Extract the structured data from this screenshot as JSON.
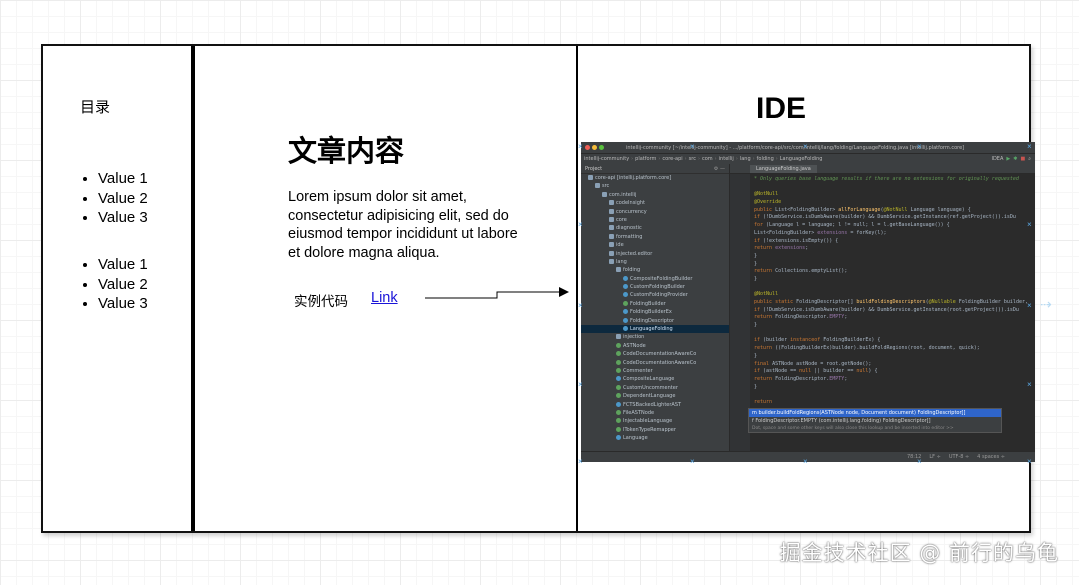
{
  "sidebar": {
    "title": "目录",
    "list1": [
      "Value 1",
      "Value 2",
      "Value 3"
    ],
    "list2": [
      "Value 1",
      "Value 2",
      "Value 3"
    ]
  },
  "content": {
    "title": "文章内容",
    "paragraph": "Lorem ipsum dolor sit amet, consectetur adipisicing elit, sed do eiusmod tempor incididunt ut labore et dolore magna aliqua.",
    "sample_label": "实例代码",
    "link_label": "Link"
  },
  "ide_panel": {
    "title": "IDE",
    "screenshot": {
      "window_title": "intellij-community [~/intellij-community] - .../platform/core-api/src/com/intellij/lang/folding/LanguageFolding.java [intellij.platform.core]",
      "breadcrumbs": [
        "intellij-community",
        "platform",
        "core-api",
        "src",
        "com",
        "intellij",
        "lang",
        "folding",
        "LanguageFolding"
      ],
      "run_config": "IDEA",
      "project_header": "Project",
      "editor_tab": "LanguageFolding.java",
      "tree": [
        {
          "label": "core-api [intellij.platform.core]",
          "icon": "folder-icon",
          "indent": 1
        },
        {
          "label": "src",
          "icon": "folder-icon",
          "indent": 2
        },
        {
          "label": "com.intellij",
          "icon": "folder-icon",
          "indent": 3
        },
        {
          "label": "codeInsight",
          "icon": "folder-icon",
          "indent": 4
        },
        {
          "label": "concurrency",
          "icon": "folder-icon",
          "indent": 4
        },
        {
          "label": "core",
          "icon": "folder-icon",
          "indent": 4
        },
        {
          "label": "diagnostic",
          "icon": "folder-icon",
          "indent": 4
        },
        {
          "label": "formatting",
          "icon": "folder-icon",
          "indent": 4
        },
        {
          "label": "ide",
          "icon": "folder-icon",
          "indent": 4
        },
        {
          "label": "injected.editor",
          "icon": "folder-icon",
          "indent": 4
        },
        {
          "label": "lang",
          "icon": "folder-icon",
          "indent": 4
        },
        {
          "label": "folding",
          "icon": "folder-icon",
          "indent": 5
        },
        {
          "label": "CompositeFoldingBuilder",
          "icon": "class-icon",
          "indent": 6
        },
        {
          "label": "CustomFoldingBuilder",
          "icon": "class-icon",
          "indent": 6
        },
        {
          "label": "CustomFoldingProvider",
          "icon": "class-icon",
          "indent": 6
        },
        {
          "label": "FoldingBuilder",
          "icon": "interface-icon",
          "indent": 6
        },
        {
          "label": "FoldingBuilderEx",
          "icon": "class-icon",
          "indent": 6
        },
        {
          "label": "FoldingDescriptor",
          "icon": "class-icon",
          "indent": 6
        },
        {
          "label": "LanguageFolding",
          "icon": "class-icon",
          "indent": 6,
          "selected": true
        },
        {
          "label": "injection",
          "icon": "folder-icon",
          "indent": 5
        },
        {
          "label": "ASTNode",
          "icon": "interface-icon",
          "indent": 5
        },
        {
          "label": "CodeDocumentationAwareCo",
          "icon": "interface-icon",
          "indent": 5
        },
        {
          "label": "CodeDocumentationAwareCo",
          "icon": "interface-icon",
          "indent": 5
        },
        {
          "label": "Commenter",
          "icon": "interface-icon",
          "indent": 5
        },
        {
          "label": "CompositeLanguage",
          "icon": "class-icon",
          "indent": 5
        },
        {
          "label": "CustomUncommenter",
          "icon": "interface-icon",
          "indent": 5
        },
        {
          "label": "DependentLanguage",
          "icon": "interface-icon",
          "indent": 5
        },
        {
          "label": "FCTSBackedLighterAST",
          "icon": "class-icon",
          "indent": 5
        },
        {
          "label": "FileASTNode",
          "icon": "interface-icon",
          "indent": 5
        },
        {
          "label": "InjectableLanguage",
          "icon": "interface-icon",
          "indent": 5
        },
        {
          "label": "ITokenTypeRemapper",
          "icon": "interface-icon",
          "indent": 5
        },
        {
          "label": "Language",
          "icon": "class-icon",
          "indent": 5
        }
      ],
      "code_lines": [
        [
          [
            "c-com",
            " * Only queries base language results if there are no extensions for originally requested"
          ]
        ],
        [
          [
            "",
            ""
          ]
        ],
        [
          [
            "c-ann",
            "@NotNull"
          ]
        ],
        [
          [
            "c-ann",
            "@Override"
          ]
        ],
        [
          [
            "c-kw",
            "public "
          ],
          [
            "",
            "List<FoldingBuilder> "
          ],
          [
            "c-fn",
            "allForLanguage"
          ],
          [
            "",
            "("
          ],
          [
            "c-ann",
            "@NotNull "
          ],
          [
            "",
            "Language language) {"
          ]
        ],
        [
          [
            "c-kw",
            "  if "
          ],
          [
            "",
            "(!DumbService.isDumbAware(builder) && DumbService.getInstance(ref.getProject()).isDu"
          ]
        ],
        [
          [
            "c-kw",
            "  for "
          ],
          [
            "",
            "(Language l = language; l != null; l = l.getBaseLanguage()) {"
          ]
        ],
        [
          [
            "",
            "    List<FoldingBuilder> "
          ],
          [
            "c-var",
            "extensions"
          ],
          [
            "",
            " = forKey(l);"
          ]
        ],
        [
          [
            "c-kw",
            "    if "
          ],
          [
            "",
            "(!extensions.isEmpty()) {"
          ]
        ],
        [
          [
            "c-kw",
            "      return "
          ],
          [
            "c-var",
            "extensions"
          ],
          [
            "",
            ";"
          ]
        ],
        [
          [
            "",
            "    }"
          ]
        ],
        [
          [
            "",
            "  }"
          ]
        ],
        [
          [
            "c-kw",
            "  return "
          ],
          [
            "",
            "Collections.emptyList();"
          ]
        ],
        [
          [
            "",
            "}"
          ]
        ],
        [
          [
            "",
            ""
          ]
        ],
        [
          [
            "c-ann",
            "@NotNull"
          ]
        ],
        [
          [
            "c-kw",
            "public static "
          ],
          [
            "",
            "FoldingDescriptor[] "
          ],
          [
            "c-fn",
            "buildFoldingDescriptors"
          ],
          [
            "",
            "("
          ],
          [
            "c-ann",
            "@Nullable "
          ],
          [
            "",
            "FoldingBuilder builder,"
          ]
        ],
        [
          [
            "c-kw",
            "  if "
          ],
          [
            "",
            "(!DumbService.isDumbAware(builder) && DumbService.getInstance(root.getProject()).isDu"
          ]
        ],
        [
          [
            "c-kw",
            "    return "
          ],
          [
            "",
            "FoldingDescriptor."
          ],
          [
            "c-var",
            "EMPTY"
          ],
          [
            "",
            ";"
          ]
        ],
        [
          [
            "",
            "  }"
          ]
        ],
        [
          [
            "",
            ""
          ]
        ],
        [
          [
            "c-kw",
            "  if "
          ],
          [
            "",
            "(builder "
          ],
          [
            "c-kw",
            "instanceof "
          ],
          [
            "",
            "FoldingBuilderEx) {"
          ]
        ],
        [
          [
            "c-kw",
            "    return "
          ],
          [
            "",
            "((FoldingBuilderEx)builder).buildFoldRegions(root, document, quick);"
          ]
        ],
        [
          [
            "",
            "  }"
          ]
        ],
        [
          [
            "c-kw",
            "  final "
          ],
          [
            "",
            "ASTNode astNode = root.getNode();"
          ]
        ],
        [
          [
            "c-kw",
            "  if "
          ],
          [
            "",
            "(astNode == "
          ],
          [
            "c-kw",
            "null "
          ],
          [
            "",
            "|| builder == "
          ],
          [
            "c-kw",
            "null"
          ],
          [
            "",
            ") {"
          ]
        ],
        [
          [
            "c-kw",
            "    return "
          ],
          [
            "",
            "FoldingDescriptor."
          ],
          [
            "c-var",
            "EMPTY"
          ],
          [
            "",
            ";"
          ]
        ],
        [
          [
            "",
            "  }"
          ]
        ],
        [
          [
            "",
            ""
          ]
        ],
        [
          [
            "c-kw",
            "  return "
          ]
        ]
      ],
      "completion": [
        {
          "text": "m builder.buildFoldRegions(ASTNode node, Document document)   FoldingDescriptor[]",
          "active": true
        },
        {
          "text": "f FoldingDescriptor.EMPTY  (com.intellij.lang.folding)   FoldingDescriptor[]",
          "active": false
        }
      ],
      "completion_hint": "Dot, space and some other keys will also close this lookup and be inserted into editor  >>",
      "status": [
        "78:12",
        "LF ÷",
        "UTF-8 ÷",
        "4 spaces ÷"
      ]
    }
  },
  "watermark": "掘金技术社区 @ 前行的乌龟",
  "colors": {
    "link": "#1a14d8",
    "ide_background": "#2b2b2b",
    "selection_handle": "#5aa9e6"
  }
}
